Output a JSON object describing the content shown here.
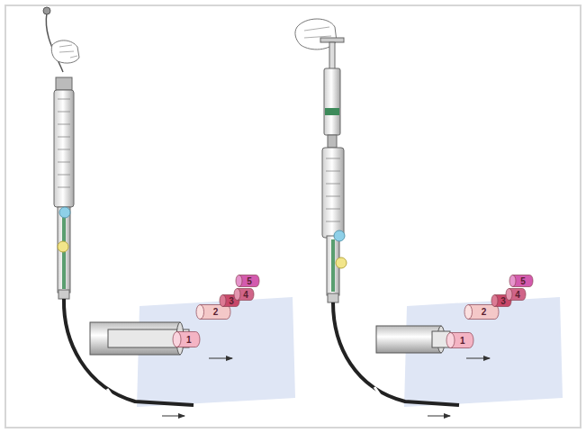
{
  "diagram": {
    "nodes": [
      {
        "text": [
          "1"
        ]
      },
      {
        "text": [
          "2"
        ]
      },
      {
        "text": [
          "3"
        ]
      },
      {
        "text": [
          "4"
        ]
      },
      {
        "text": [
          "5"
        ]
      },
      {
        "text": [
          "1"
        ]
      },
      {
        "text": [
          "2"
        ]
      },
      {
        "text": [
          "3"
        ]
      },
      {
        "text": [
          "4"
        ]
      },
      {
        "text": [
          "5"
        ]
      }
    ]
  }
}
